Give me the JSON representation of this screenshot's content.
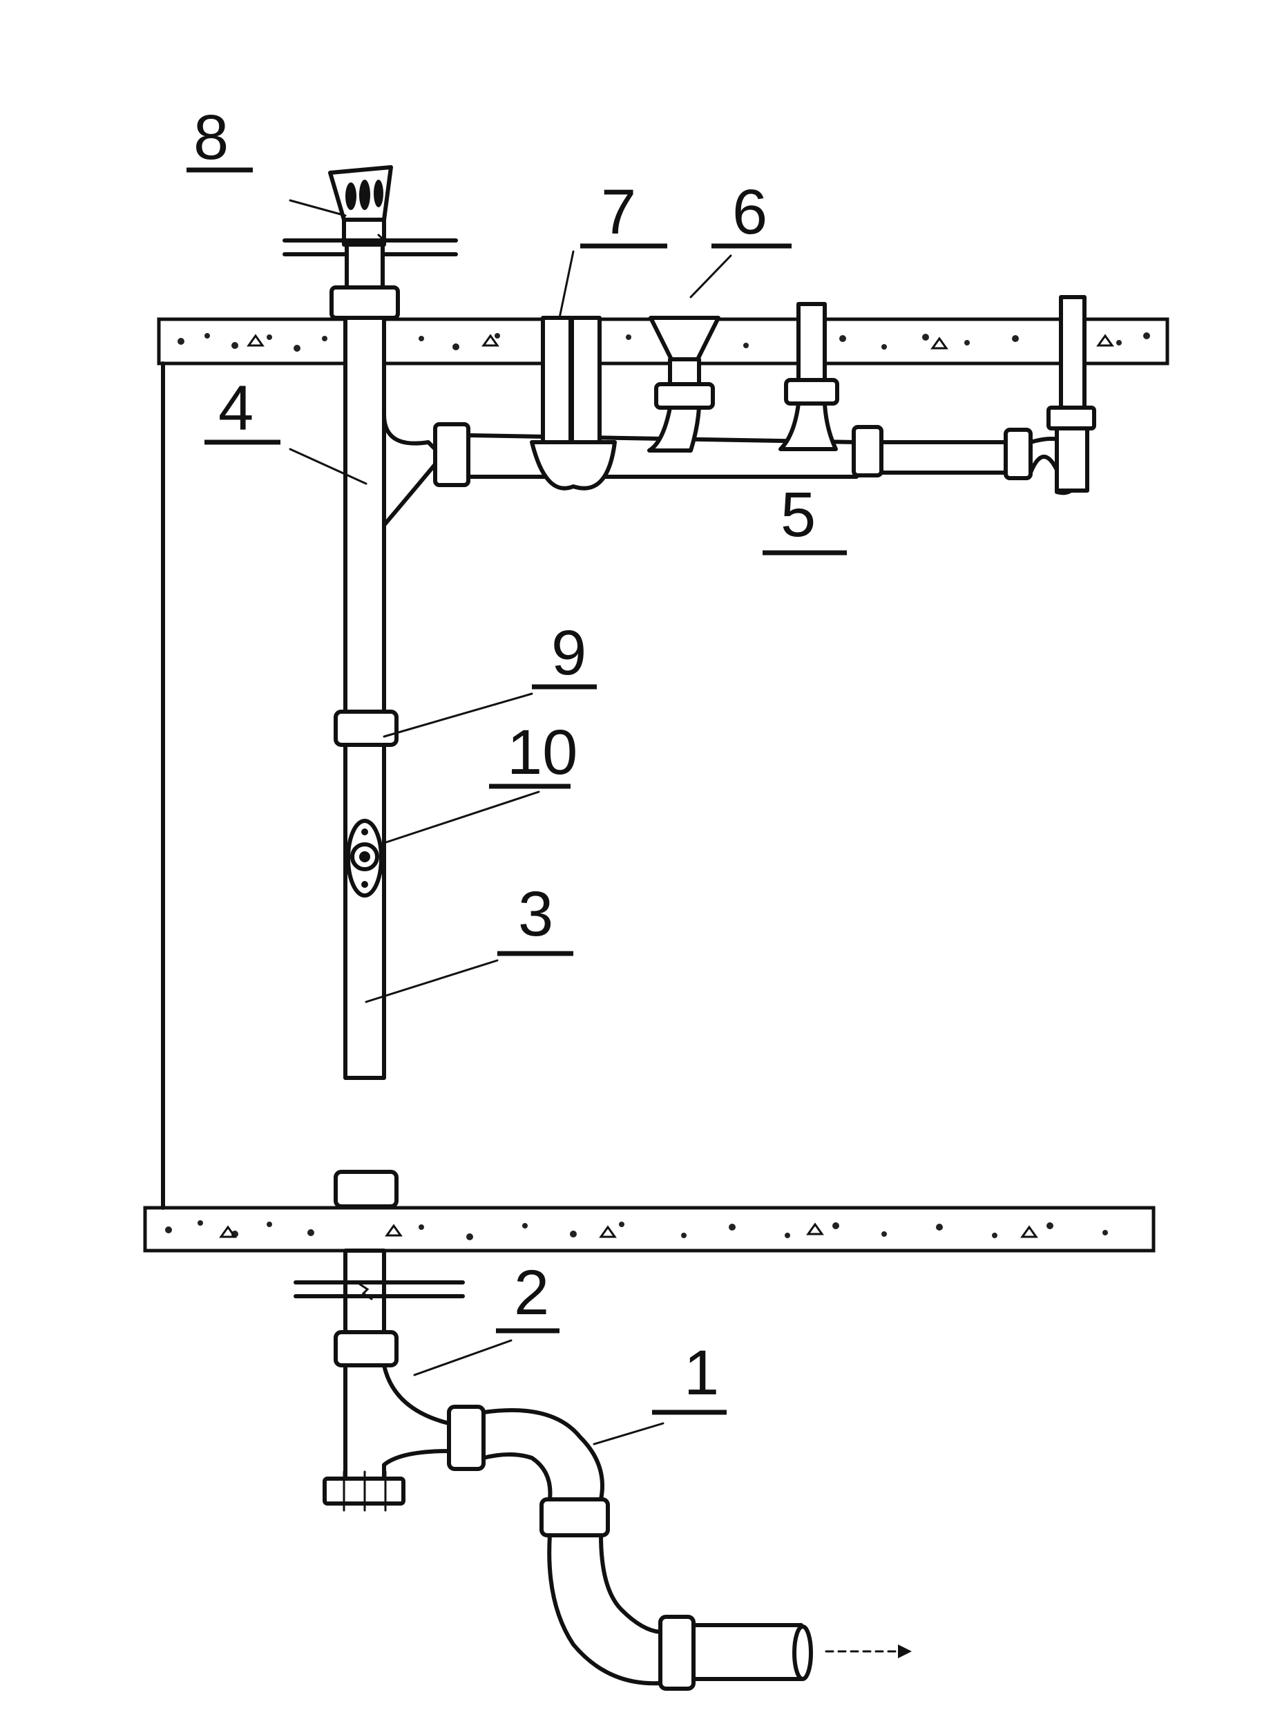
{
  "labels": {
    "l1": "1",
    "l2": "2",
    "l3": "3",
    "l4": "4",
    "l5": "5",
    "l6": "6",
    "l7": "7",
    "l8": "8",
    "l9": "9",
    "l10": "10"
  }
}
